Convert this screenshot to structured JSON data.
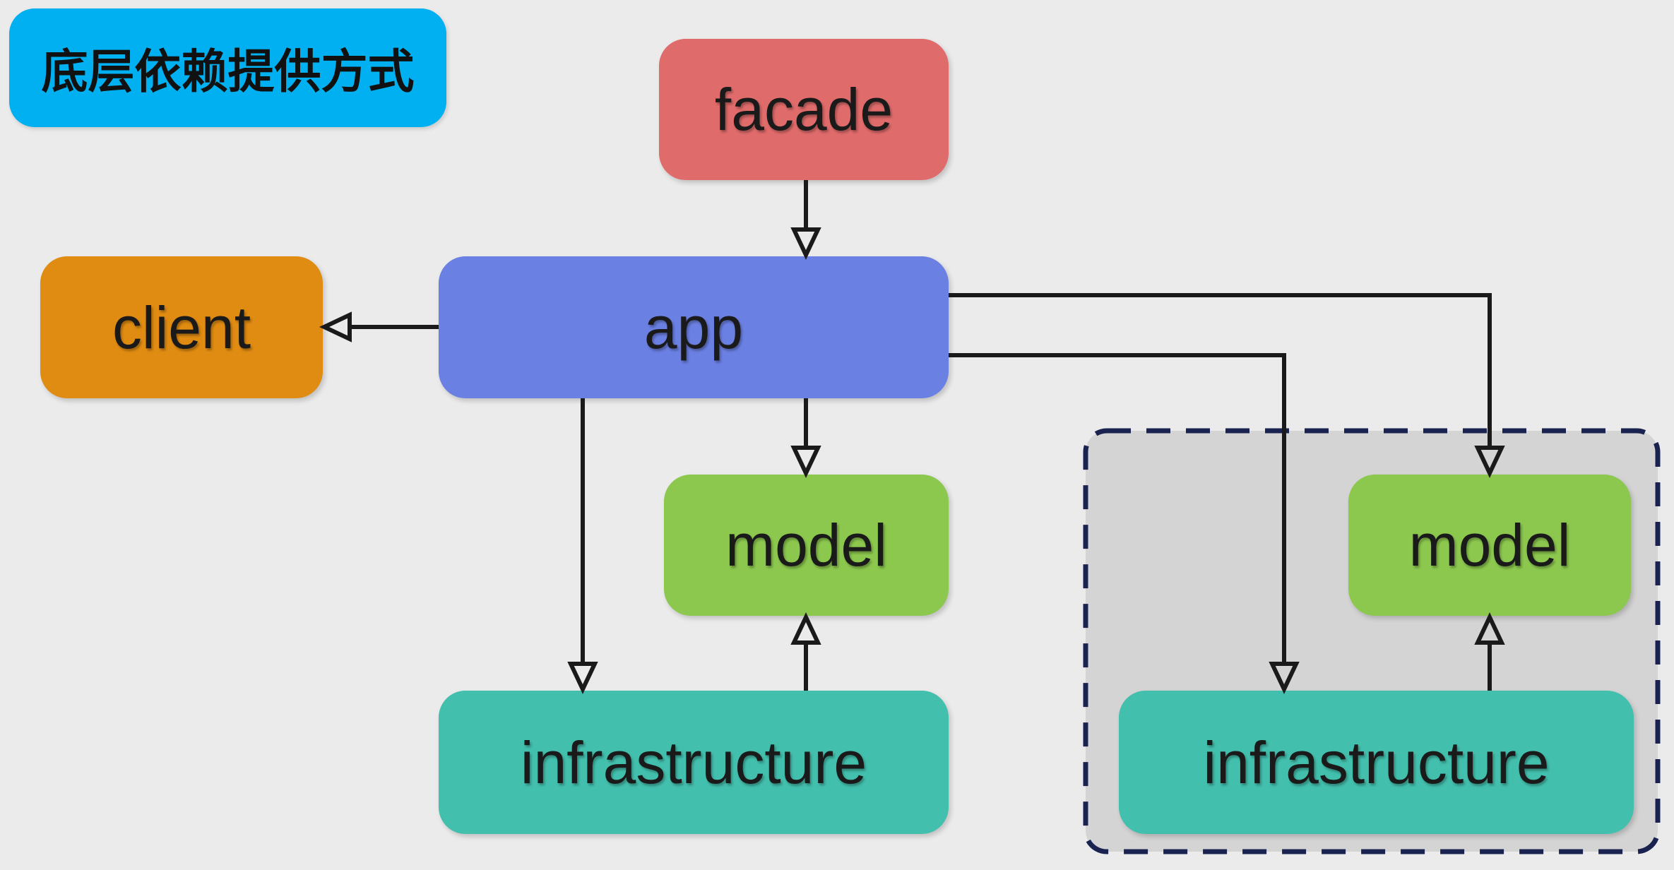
{
  "canvas": {
    "background": "#ebebeb",
    "line_color": "#1a1a1a"
  },
  "title_badge": {
    "label": "底层依赖提供方式",
    "bg": "#00b0f0"
  },
  "nodes": {
    "facade": {
      "label": "facade",
      "color": "#e06b6b"
    },
    "app": {
      "label": "app",
      "color": "#6b80e3"
    },
    "client": {
      "label": "client",
      "color": "#e08c12"
    },
    "model_left": {
      "label": "model",
      "color": "#8cc84e"
    },
    "infrastructure_left": {
      "label": "infrastructure",
      "color": "#43bfad"
    },
    "model_right": {
      "label": "model",
      "color": "#8cc84e"
    },
    "infrastructure_right": {
      "label": "infrastructure",
      "color": "#43bfad"
    }
  },
  "dashed_container": {
    "fill": "#d4d4d4",
    "border_color": "#1a2350"
  },
  "edges": [
    {
      "from": "facade",
      "to": "app",
      "arrow": "open-triangle"
    },
    {
      "from": "app",
      "to": "client",
      "arrow": "open-triangle"
    },
    {
      "from": "app",
      "to": "infrastructure_left",
      "arrow": "open-triangle"
    },
    {
      "from": "app",
      "to": "model_left",
      "arrow": "open-triangle"
    },
    {
      "from": "infrastructure_left",
      "to": "model_left",
      "arrow": "open-triangle"
    },
    {
      "from": "app",
      "to": "model_right",
      "arrow": "open-triangle"
    },
    {
      "from": "app",
      "to": "infrastructure_right",
      "arrow": "open-triangle"
    },
    {
      "from": "infrastructure_right",
      "to": "model_right",
      "arrow": "open-triangle"
    }
  ]
}
